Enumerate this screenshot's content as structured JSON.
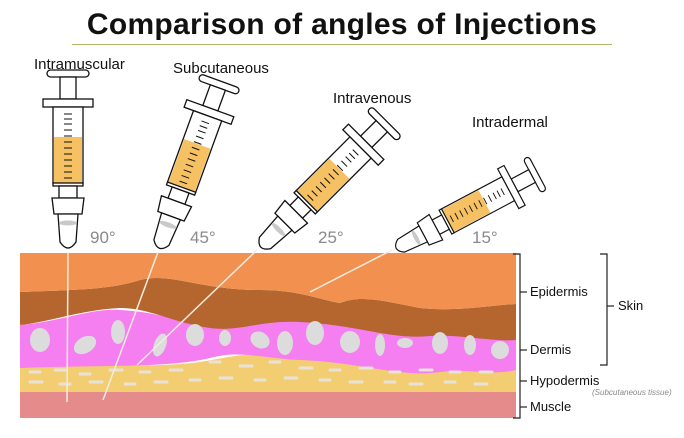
{
  "title": "Comparison of angles of Injections",
  "injections": [
    {
      "name": "Intramuscular",
      "angle": "90°"
    },
    {
      "name": "Subcutaneous",
      "angle": "45°"
    },
    {
      "name": "Intravenous",
      "angle": "25°"
    },
    {
      "name": "Intradermal",
      "angle": "15°"
    }
  ],
  "layers": {
    "epidermis": "Epidermis",
    "dermis": "Dermis",
    "hypodermis": "Hypodermis",
    "hypodermis_note": "(Subcutaneous tissue)",
    "muscle": "Muscle",
    "skin_group": "Skin"
  },
  "colors": {
    "epidermis_top": "#f2914f",
    "epidermis_bottom": "#b5652e",
    "dermis": "#f57ef0",
    "hypodermis": "#f3cd72",
    "muscle": "#e58b8b",
    "fluid": "#f6c163"
  }
}
